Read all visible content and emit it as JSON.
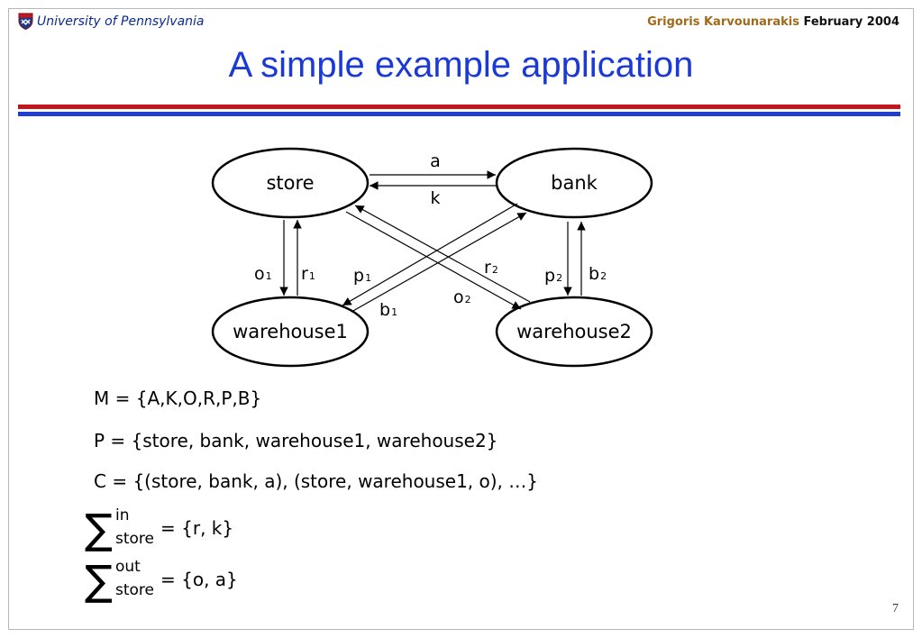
{
  "header": {
    "university": "University of Pennsylvania",
    "author": "Grigoris Karvounarakis",
    "date": "February 2004"
  },
  "title": "A simple example application",
  "diagram": {
    "nodes": {
      "store": "store",
      "bank": "bank",
      "warehouse1": "warehouse1",
      "warehouse2": "warehouse2"
    },
    "edges": {
      "a": {
        "base": "a",
        "sub": ""
      },
      "k": {
        "base": "k",
        "sub": ""
      },
      "o1": {
        "base": "o",
        "sub": "1"
      },
      "r1": {
        "base": "r",
        "sub": "1"
      },
      "p1": {
        "base": "p",
        "sub": "1"
      },
      "b1": {
        "base": "b",
        "sub": "1"
      },
      "r2": {
        "base": "r",
        "sub": "2"
      },
      "o2": {
        "base": "o",
        "sub": "2"
      },
      "p2": {
        "base": "p",
        "sub": "2"
      },
      "b2": {
        "base": "b",
        "sub": "2"
      }
    }
  },
  "definitions": {
    "M": "M = {A,K,O,R,P,B}",
    "P": "P = {store, bank, warehouse1, warehouse2}",
    "C": "C = {(store, bank, a), (store, warehouse1, o), …}"
  },
  "sigma_in": {
    "symbol": "∑",
    "sup": "in",
    "sub": "store",
    "rhs": "= {r, k}"
  },
  "sigma_out": {
    "symbol": "∑",
    "sup": "out",
    "sub": "store",
    "rhs": "= {o, a}"
  },
  "page_number": "7"
}
